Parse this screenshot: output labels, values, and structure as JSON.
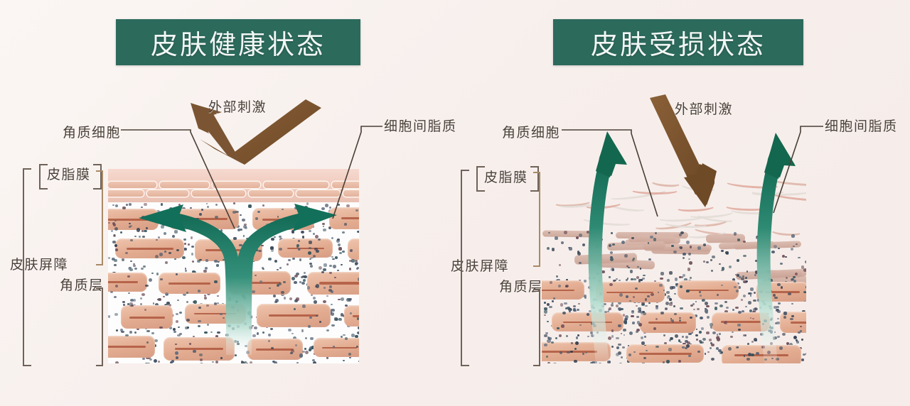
{
  "background_color": "#f7efec",
  "accent_colors": {
    "banner_teal": "#2c6a5c",
    "arrow_teal": "#1d6a57",
    "arrow_brown": "#7a5430",
    "cell_pink": "#e2ab90",
    "lipid_dot": "#3c4a5c",
    "label_text": "#4a4038"
  },
  "panels": {
    "healthy": {
      "title": "皮肤健康状态",
      "labels": {
        "corneocyte": "角质细胞",
        "intercellular_lipid": "细胞间脂质",
        "external_stimulus": "外部刺激",
        "sebum_film": "皮脂膜",
        "skin_barrier": "皮肤屏障",
        "stratum_corneum": "角质层"
      },
      "icons": {
        "stimulus_arrow": "brown-deflected-v-arrow",
        "moisture_arrow": "teal-y-split-arrow"
      }
    },
    "damaged": {
      "title": "皮肤受损状态",
      "labels": {
        "corneocyte": "角质细胞",
        "intercellular_lipid": "细胞间脂质",
        "external_stimulus": "外部刺激",
        "sebum_film": "皮脂膜",
        "skin_barrier": "皮肤屏障",
        "stratum_corneum": "角质层"
      },
      "icons": {
        "stimulus_arrow": "brown-penetrating-diagonal-arrow",
        "moisture_arrow_left": "teal-upward-escape-arrow",
        "moisture_arrow_right": "teal-upward-escape-arrow"
      }
    }
  }
}
